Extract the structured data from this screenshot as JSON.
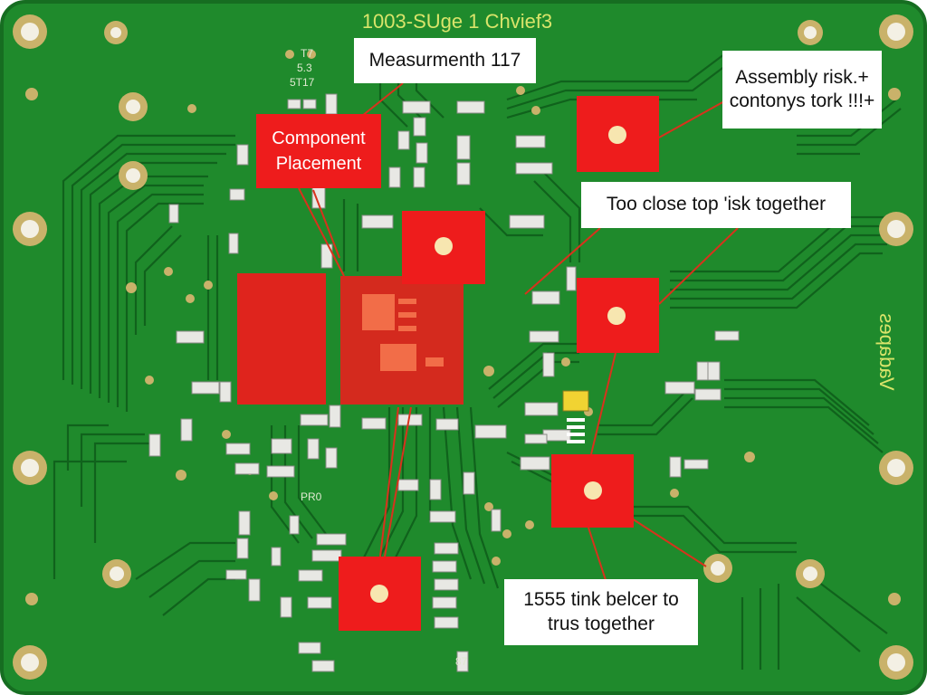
{
  "board": {
    "title": "1003-SUge 1 Chvief3",
    "side_marking": "Vadapes",
    "marks": [
      "T7",
      "5.3",
      "5T17",
      "PR0",
      "87"
    ],
    "colors": {
      "board": "#1f8a2c",
      "edge": "#166d21",
      "trace": "#0f5e1b",
      "highlight": "#ee1c1c",
      "leader": "#d8321c",
      "pad": "#c9b26a",
      "silk": "#d9e46a"
    }
  },
  "callouts": {
    "measurement": "Measurmenth 117",
    "assembly_line1": "Assembly risk.+",
    "assembly_line2": "contonys tork !!!+",
    "too_close": "Too close top 'isk together",
    "tink_line1": "1555 tink belcer to",
    "tink_line2": "trus together"
  },
  "component_placement": {
    "line1": "Component",
    "line2": "Placement"
  }
}
